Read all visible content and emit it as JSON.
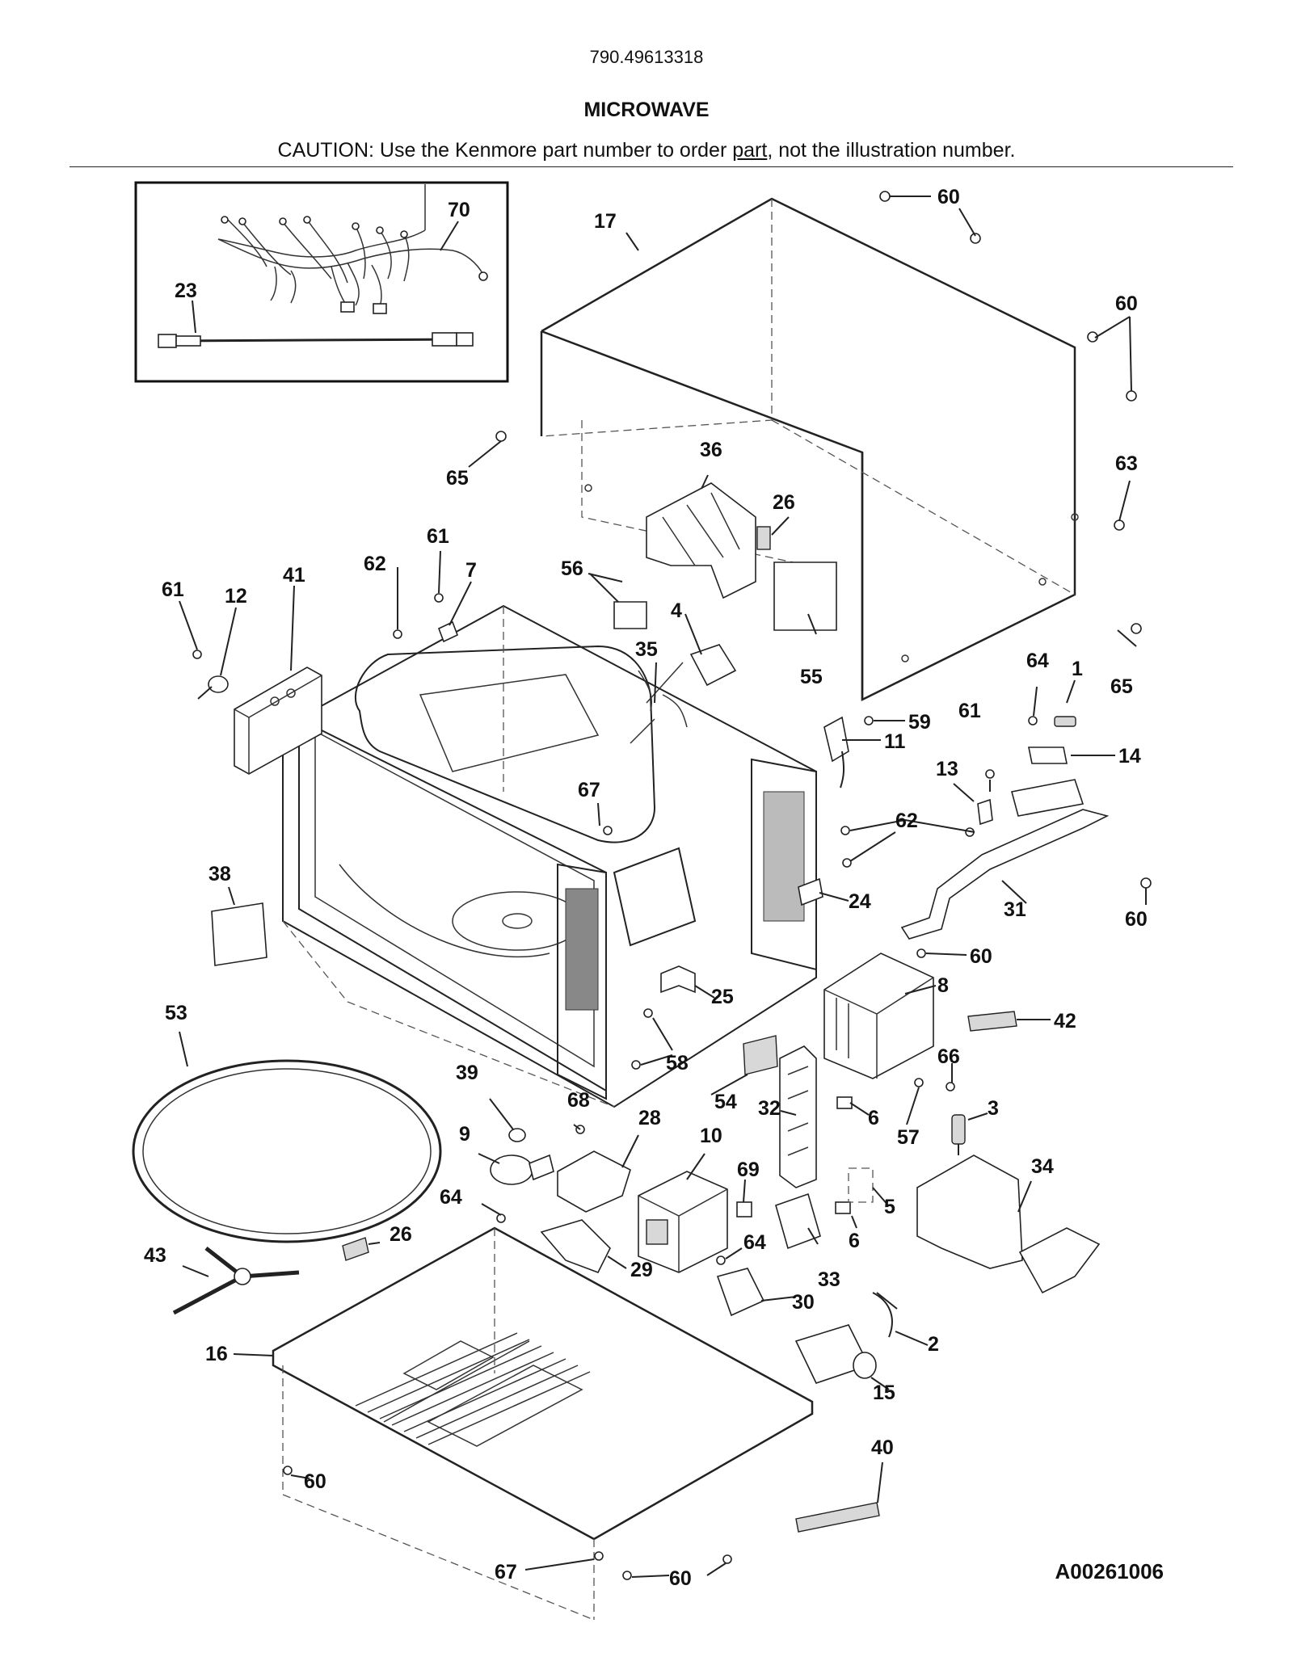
{
  "header": {
    "model_number": "790.49613318",
    "title": "MICROWAVE",
    "caution_before": "CAUTION: Use the Kenmore part number to order ",
    "caution_link": "part",
    "caution_after": ", not the illustration number."
  },
  "callouts": [
    "60",
    "17",
    "70",
    "23",
    "60",
    "65",
    "63",
    "36",
    "26",
    "61",
    "41",
    "62",
    "61",
    "7",
    "12",
    "56",
    "4",
    "35",
    "55",
    "65",
    "64",
    "1",
    "14",
    "59",
    "11",
    "61",
    "13",
    "67",
    "62",
    "38",
    "24",
    "31",
    "60",
    "60",
    "25",
    "8",
    "42",
    "53",
    "58",
    "54",
    "32",
    "66",
    "3",
    "6",
    "57",
    "39",
    "68",
    "28",
    "9",
    "10",
    "69",
    "34",
    "64",
    "5",
    "6",
    "26",
    "43",
    "29",
    "64",
    "33",
    "30",
    "2",
    "16",
    "15",
    "60",
    "40",
    "67",
    "60"
  ],
  "drawing_code": "A00261006"
}
